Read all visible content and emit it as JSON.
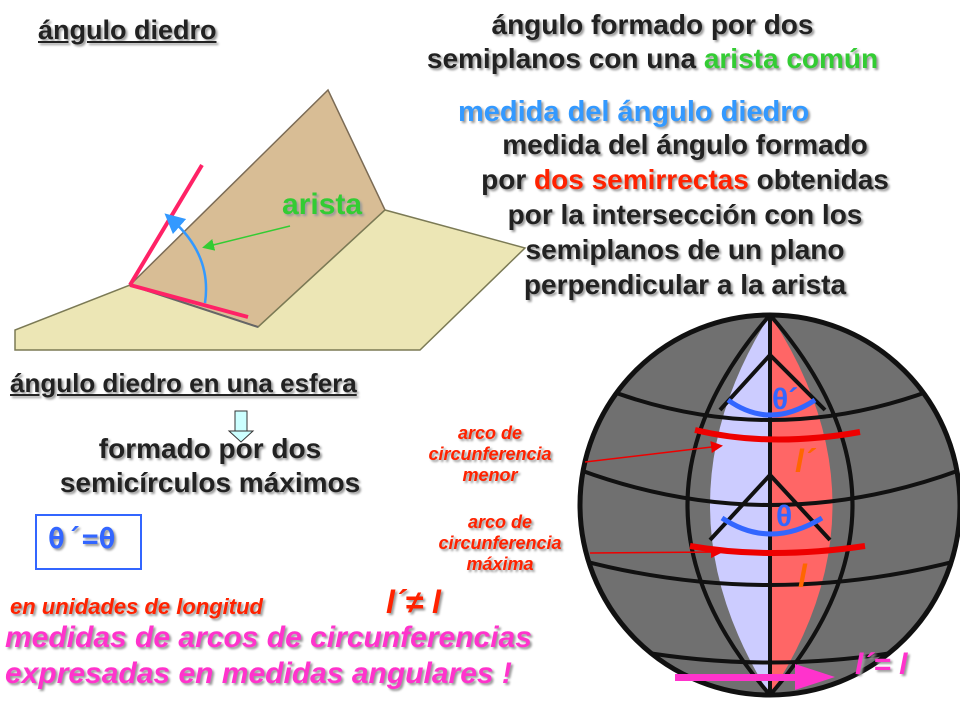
{
  "title": "ángulo diedro",
  "definition": {
    "line1": "ángulo formado por dos",
    "line2_prefix": "semiplanos con una ",
    "line2_highlight": "arista común"
  },
  "measure_heading": "medida del ángulo diedro",
  "measure_text": {
    "line1": "medida del ángulo  formado",
    "line2_prefix": "por ",
    "line2_highlight": "dos semirrectas",
    "line2_suffix": " obtenidas",
    "line3": "por la intersección con los",
    "line4": "semiplanos de un plano",
    "line5": "perpendicular a la arista"
  },
  "edge_label": "arista",
  "sphere_heading": "ángulo diedro en una esfera",
  "sphere_formed": {
    "line1": "formado por dos",
    "line2": "semicírculos máximos"
  },
  "theta_equality": "θ´=θ",
  "units_text": "en unidades de longitud",
  "length_inequality": "l´≠ l",
  "conclusion": {
    "line1": "medidas de arcos de circunferencias",
    "line2": "expresadas en medidas angulares !"
  },
  "minor_arc_label": {
    "line1": "arco de",
    "line2": "circunferencia",
    "line3": "menor"
  },
  "major_arc_label": {
    "line1": "arco de",
    "line2": "circunferencia",
    "line3": "máxima"
  },
  "theta_prime": "θ´",
  "theta": "θ",
  "l_prime": "l´",
  "l": "l",
  "length_equality": "l´= l",
  "colors": {
    "title": "#222222",
    "accent_green": "#33cc33",
    "accent_blue": "#3399ff",
    "accent_red": "#ff2200",
    "pink": "#ff33cc",
    "orange": "#ff6600",
    "sphere_dark": "#707070",
    "sphere_blue": "#ccccff",
    "sphere_red": "#ff6666",
    "arc_red": "#ee0000"
  }
}
